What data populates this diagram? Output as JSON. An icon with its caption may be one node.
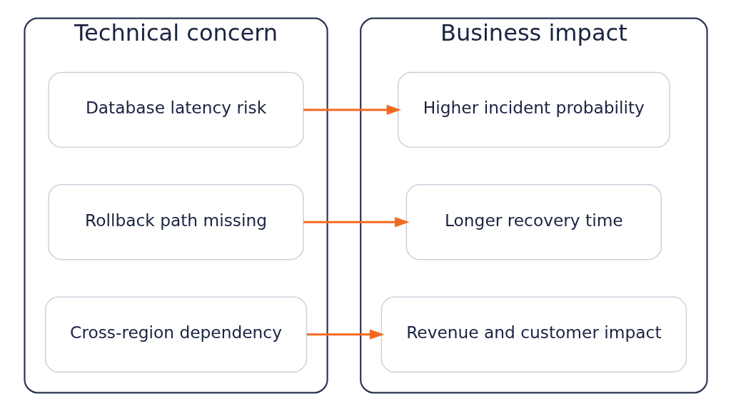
{
  "diagram": {
    "nodes": [
      {
        "text": [
          "Technical concern"
        ]
      },
      {
        "text": [
          "Database latency risk"
        ],
        "in": 0
      },
      {
        "text": [
          "Rollback path missing"
        ],
        "in": 0
      },
      {
        "text": [
          "Cross-region dependency"
        ],
        "in": 0
      },
      {
        "text": [
          "Business impact"
        ]
      },
      {
        "text": [
          "Higher incident probability"
        ],
        "in": 4
      },
      {
        "text": [
          "Longer recovery time"
        ],
        "in": 4
      },
      {
        "text": [
          "Revenue and customer impact"
        ],
        "in": 4
      }
    ],
    "edges": [
      {
        "from": 1,
        "to": 5,
        "arrow": "to",
        "color": "#f26a21"
      },
      {
        "from": 2,
        "to": 6,
        "arrow": "to",
        "color": "#f26a21"
      },
      {
        "from": 3,
        "to": 7,
        "arrow": "to",
        "color": "#f26a21"
      }
    ]
  }
}
